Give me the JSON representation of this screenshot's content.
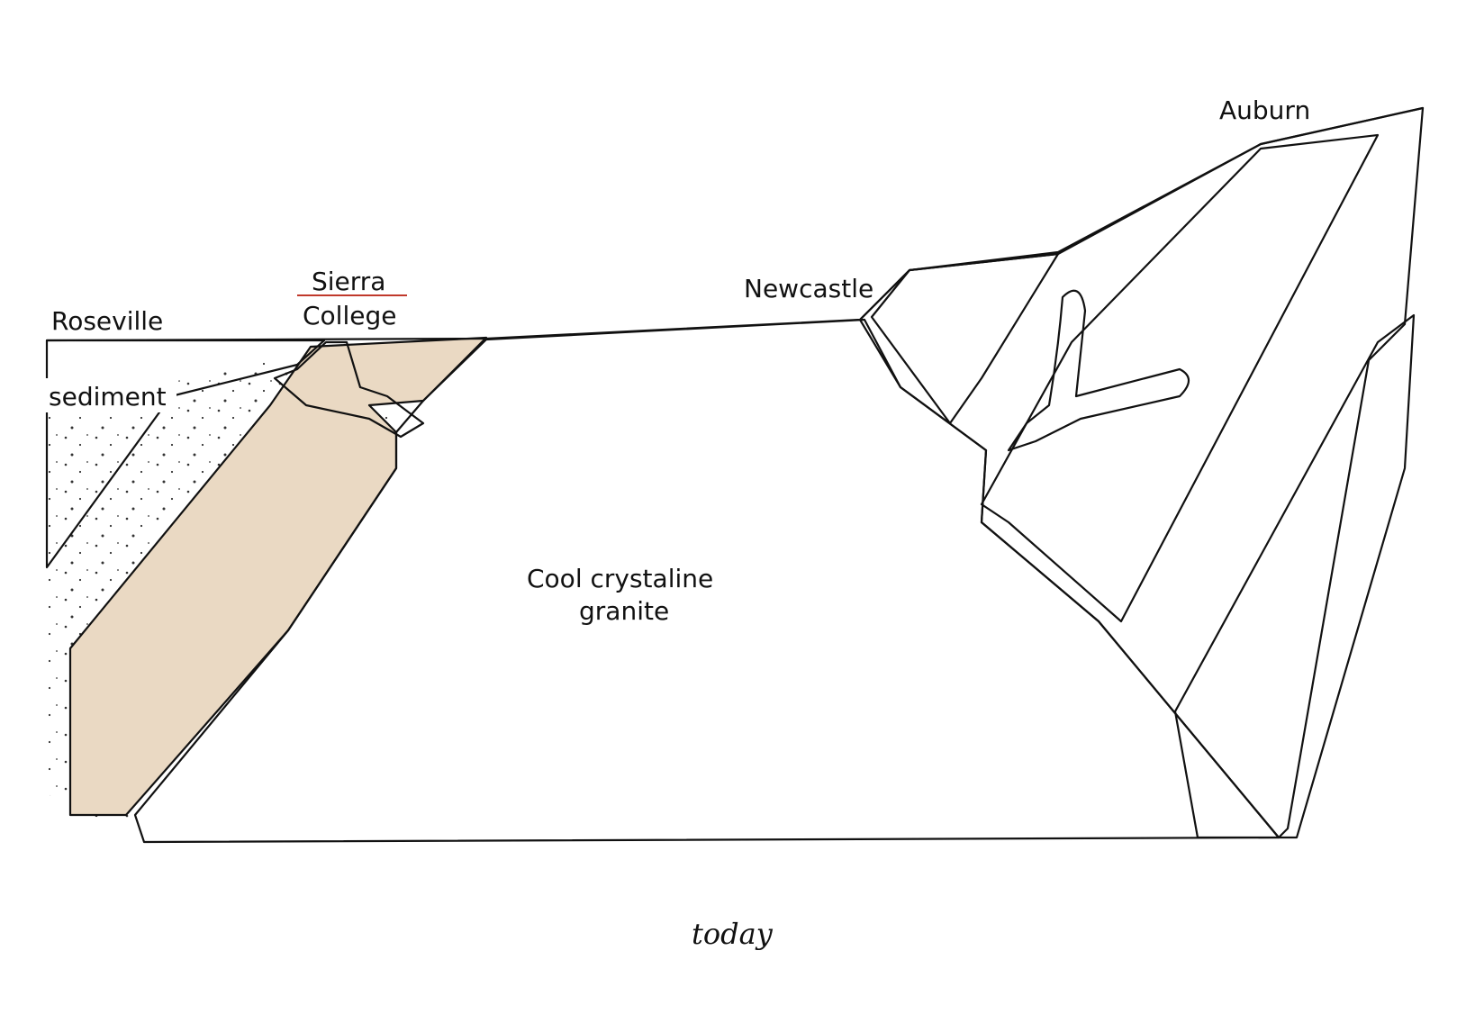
{
  "labels": {
    "roseville": "Roseville",
    "sierra_line1": "Sierra",
    "sierra_line2": "College",
    "newcastle": "Newcastle",
    "auburn": "Auburn",
    "sediment": "sediment",
    "granite_line1": "Cool crystaline",
    "granite_line2": "granite"
  },
  "caption": "today",
  "colors": {
    "ink": "#111111",
    "tan_rock": "#ead9c3",
    "underline": "#c0392b",
    "background": "#ffffff"
  }
}
